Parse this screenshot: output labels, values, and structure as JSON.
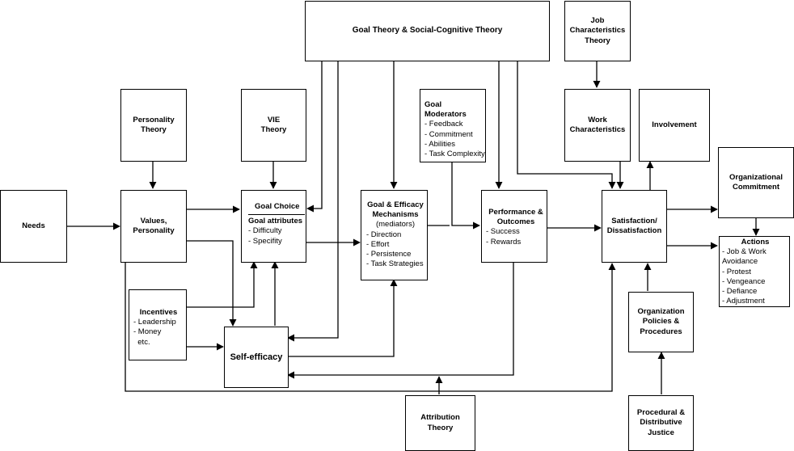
{
  "diagram": {
    "goal_theory": "Goal Theory & Social-Cognitive Theory",
    "job_char_theory": "Job\nCharacteristics\nTheory",
    "personality_theory": "Personality\nTheory",
    "vie_theory": "VIE\nTheory",
    "goal_moderators": {
      "title": "Goal Moderators",
      "items": [
        "- Feedback",
        "- Commitment",
        "- Abilities",
        "- Task Complexity"
      ]
    },
    "work_characteristics": "Work\nCharacteristics",
    "involvement": "Involvement",
    "organizational_commitment": "Organizational\nCommitment",
    "needs": "Needs",
    "values_personality": "Values,\nPersonality",
    "goal_choice": {
      "title": "Goal Choice",
      "subtitle": "Goal attributes",
      "items": [
        "- Difficulty",
        "- Specifity"
      ]
    },
    "mechanisms": {
      "title": "Goal & Efficacy\nMechanisms",
      "subtitle": "(mediators)",
      "items": [
        "- Direction",
        "- Effort",
        "- Persistence",
        "- Task Strategies"
      ]
    },
    "performance": {
      "title": "Performance &\nOutcomes",
      "items": [
        "- Success",
        "- Rewards"
      ]
    },
    "satisfaction": "Satisfaction/\nDissatisfaction",
    "actions": {
      "title": "Actions",
      "items": [
        "- Job & Work",
        "Avoidance",
        "- Protest",
        "- Vengeance",
        "- Defiance",
        "- Adjustment"
      ]
    },
    "incentives": {
      "title": "Incentives",
      "items": [
        "- Leadership",
        "- Money",
        "  etc."
      ]
    },
    "self_efficacy": "Self-efficacy",
    "org_policies": "Organization\nPolicies &\nProcedures",
    "attribution_theory": "Attribution\nTheory",
    "procedural_justice": "Procedural &\nDistributive\nJustice"
  }
}
